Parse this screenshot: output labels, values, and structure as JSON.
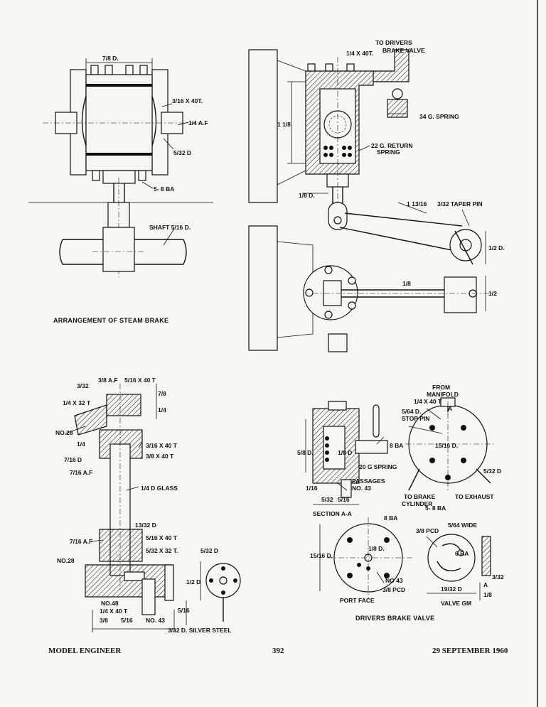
{
  "footer": {
    "publication": "MODEL ENGINEER",
    "page_number": "392",
    "date": "29 SEPTEMBER 1960"
  },
  "captions": {
    "steam_brake": "ARRANGEMENT OF STEAM BRAKE",
    "brake_valve": "DRIVERS BRAKE VALVE"
  },
  "labels": {
    "steam_brake": {
      "d_7_8": "7/8 D.",
      "thread_3_16_40t": "3/16 X 40T.",
      "af_1_4": "1/4 A.F",
      "d_5_32": "5/32 D",
      "ba_5_8": "5- 8 BA",
      "shaft": "SHAFT 5/16 D."
    },
    "brake_cylinder": {
      "to_drivers": "TO DRIVERS",
      "brake_valve": "BRAKE VALVE",
      "thread_1_4_40t": "1/4 X 40T.",
      "spring_34g": "34 G. SPRING",
      "dim_1_1_8": "1 1/8",
      "return_spring_1": "22 G. RETURN",
      "return_spring_2": "SPRING",
      "d_1_8": "1/8 D.",
      "dim_1_13_16": "1 13/16",
      "taper_pin": "3/32 TAPER PIN",
      "d_1_2": "1/2 D.",
      "dim_1_8": "1/8",
      "dim_1_2": "1/2"
    },
    "gauge_glass": {
      "d_3_32": "3/32",
      "af_3_8": "3/8 A.F",
      "thread_5_16_40t": "5/16 X 40 T",
      "dim_7_8": "7/8",
      "thread_1_4_32t": "1/4 X 32 T",
      "dim_1_4_a": "1/4",
      "no_28_a": "NO.28",
      "dim_1_4_b": "1/4",
      "d_7_16": "7/16 D",
      "af_7_16_a": "7/16 A.F",
      "thread_3_16_40t": "3/16 X 40 T",
      "thread_3_8_40t": "3/8 X 40 T",
      "glass": "1/4 D GLASS",
      "af_7_16_b": "7/16 A.F",
      "d_13_32": "13/32 D",
      "thread_5_16_40t_b": "5/16 X 40 T",
      "thread_5_32_32t": "5/32 X 32 T.",
      "d_5_32": "5/32 D",
      "no_28_b": "NO.28",
      "d_1_2": "1/2 D",
      "no_48": "NO.48",
      "thread_1_4_40t": "1/4 X 40 T",
      "dim_5_16_a": "5/16",
      "dim_3_8": "3/8",
      "dim_5_16_b": "5/16",
      "no_43": "NO. 43",
      "silver_steel": "3/32 D. SILVER STEEL"
    },
    "brake_valve": {
      "from": "FROM",
      "manifold": "MANIFOLD",
      "thread_1_4_40t": "1/4 X 40 T",
      "mark_a": "A",
      "d_5_64": "5/64 D.",
      "stop_pin": "STOP PIN",
      "ba_8_a": "8 BA",
      "d_5_8": "5/8 D.",
      "d_1_8": "1/8 D",
      "d_15_16": "15/16 D.",
      "spring_20g": "20 G SPRING",
      "d_5_32": "5/32 D",
      "passages": "PASSAGES",
      "no_43_a": "NO. 43",
      "dim_1_16": "1/16",
      "to_brake": "TO BRAKE",
      "cylinder": "CYLINDER",
      "to_exhaust": "TO EXHAUST",
      "dim_5_32": "5/32",
      "dim_5_16": "5/16",
      "ba_5_8": "5- 8 BA",
      "section": "SECTION A-A",
      "ba_8_b": "8 BA",
      "d_15_16_b": "15/16 D.",
      "d_1_8_b": "1/8 D.",
      "d_3_8_pcd_a": "3/8 PCD",
      "wide_5_64": "5/64 WIDE",
      "ba_6": "6 BA",
      "no_43_b": "NO 43",
      "d_3_8_pcd_b": "3/8 PCD",
      "dim_19_32": "19/32 D",
      "dim_3_32": "3/32",
      "dim_1_8": "1/8",
      "mark_a_b": "A",
      "port_face": "PORT FACE",
      "valve_gm": "VALVE  GM"
    }
  }
}
